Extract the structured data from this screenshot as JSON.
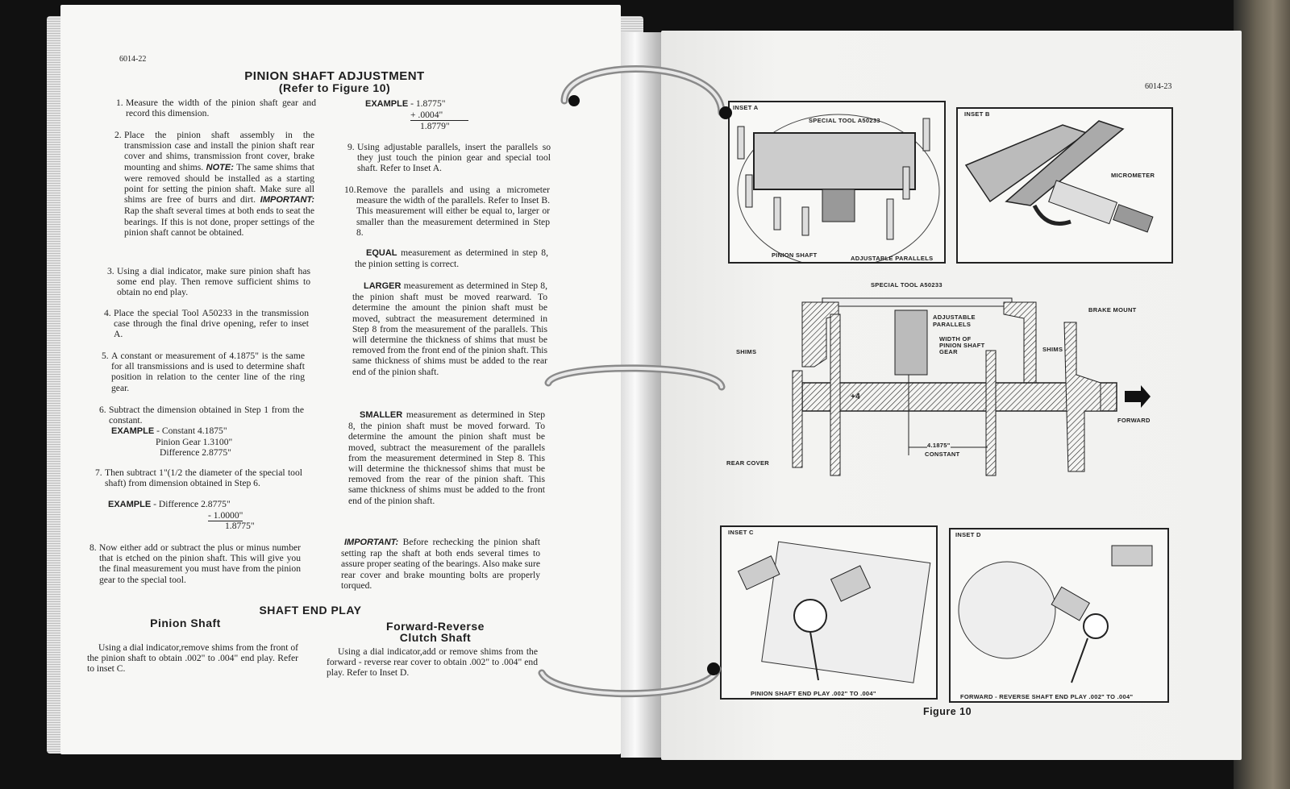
{
  "left_page": {
    "page_number": "6014-22",
    "title": "PINION SHAFT ADJUSTMENT",
    "subtitle": "(Refer to Figure 10)",
    "steps": [
      {
        "n": "1.",
        "text": "Measure the width of the pinion shaft gear and record this dimension."
      },
      {
        "n": "2.",
        "text": "Place the pinion shaft assembly in the transmission case and install the pinion shaft rear cover and shims, transmission front cover, brake mounting and shims.",
        "note_label": "NOTE:",
        "note": "The same shims that were removed should be installed as a starting point for setting the pinion shaft. Make sure all shims are free of burrs and dirt.",
        "important_label": "IMPORTANT:",
        "important": "Rap the shaft several times at both ends to seat the bearings. If this is not done, proper settings of the pinion shaft cannot be obtained."
      },
      {
        "n": "3.",
        "text": "Using a dial indicator, make sure pinion shaft has some end play. Then remove sufficient shims to obtain no end play."
      },
      {
        "n": "4.",
        "text": "Place the special Tool A50233 in the transmission case through the final drive opening, refer to inset A."
      },
      {
        "n": "5.",
        "text": "A constant or measurement of 4.1875\" is the same for all transmissions and is used to determine shaft position in relation to the center line of the ring gear."
      },
      {
        "n": "6.",
        "text": "Subtract the dimension obtained in Step 1 from the constant.",
        "ex_label": "EXAMPLE",
        "ex": [
          "- Constant 4.1875\"",
          "Pinion Gear 1.3100\"",
          "Difference 2.8775\""
        ]
      },
      {
        "n": "7.",
        "text": "Then subtract 1\"(1/2 the diameter of the special tool shaft) from dimension obtained in Step 6.",
        "ex_label": "EXAMPLE",
        "ex": [
          "- Difference 2.8775\"",
          "- 1.0000\"",
          "1.8775\""
        ]
      },
      {
        "n": "8.",
        "text": "Now either add or subtract the plus or minus number that is etched on the pinion shaft. This will give you the final measurement you must have from the pinion gear to the special tool."
      }
    ],
    "example3": {
      "label": "EXAMPLE",
      "lines": [
        "- 1.8775\"",
        "+ .0004\"",
        "1.8779\""
      ]
    },
    "steps2": [
      {
        "n": "9.",
        "text": "Using adjustable parallels, insert the parallels so they just touch the pinion gear and special tool shaft. Refer to Inset A."
      },
      {
        "n": "10.",
        "text": "Remove the parallels and using a micrometer measure the width of the parallels. Refer to Inset B. This measurement will either be equal to, larger or smaller than the measurement determined in Step 8."
      }
    ],
    "equal": {
      "label": "EQUAL",
      "text": "measurement as determined in step 8, the pinion setting is correct."
    },
    "larger": {
      "label": "LARGER",
      "text": "measurement as determined in Step 8, the pinion shaft must be moved rearward. To determine the amount the pinion shaft must be moved, subtract the measurement determined in Step 8 from the measurement of the parallels. This will determine the thickness of shims that must be removed from the front end of the pinion shaft. This same thickness of shims must be added to the rear end of the pinion shaft."
    },
    "smaller": {
      "label": "SMALLER",
      "text": "measurement as determined in Step 8, the pinion shaft must be moved forward. To determine the amount the pinion shaft must be moved, subtract the measurement of the parallels from the measurement determined in Step 8. This will determine the thicknessof shims that must be removed from the rear of the pinion shaft. This same thickness of shims must be added to the front end of the pinion shaft."
    },
    "important": {
      "label": "IMPORTANT:",
      "text": "Before rechecking the pinion shaft setting rap the shaft at both ends several times to assure proper seating of the bearings. Also make sure rear cover and brake mounting bolts are properly torqued."
    },
    "end_play": {
      "title": "SHAFT END PLAY",
      "pinion_title": "Pinion Shaft",
      "pinion_text": "Using a dial indicator,remove shims from the front of the pinion shaft to obtain .002\" to .004\" end play. Refer to inset C.",
      "fr_title1": "Forward-Reverse",
      "fr_title2": "Clutch Shaft",
      "fr_text": "Using a dial indicator,add or remove shims from the forward - reverse rear cover to obtain .002\" to .004\" end play. Refer to Inset D."
    }
  },
  "right_page": {
    "page_number": "6014-23",
    "inset_a": {
      "title": "INSET A",
      "labels": [
        "SPECIAL TOOL A50233",
        "PINION SHAFT",
        "ADJUSTABLE PARALLELS"
      ]
    },
    "inset_b": {
      "title": "INSET B",
      "labels": [
        "MICROMETER"
      ]
    },
    "main": {
      "labels": [
        "SPECIAL TOOL A50233",
        "ADJUSTABLE PARALLELS",
        "WIDTH OF PINION SHAFT GEAR",
        "BRAKE MOUNT",
        "SHIMS",
        "SHIMS",
        "+4",
        "FORWARD",
        "REAR COVER",
        "4.1875\"",
        "CONSTANT"
      ]
    },
    "inset_c": {
      "title": "INSET C",
      "caption": "PINION SHAFT END PLAY .002\" TO .004\""
    },
    "inset_d": {
      "title": "INSET D",
      "caption": "FORWARD - REVERSE SHAFT END PLAY .002\" TO .004\""
    },
    "figure_caption": "Figure 10"
  }
}
